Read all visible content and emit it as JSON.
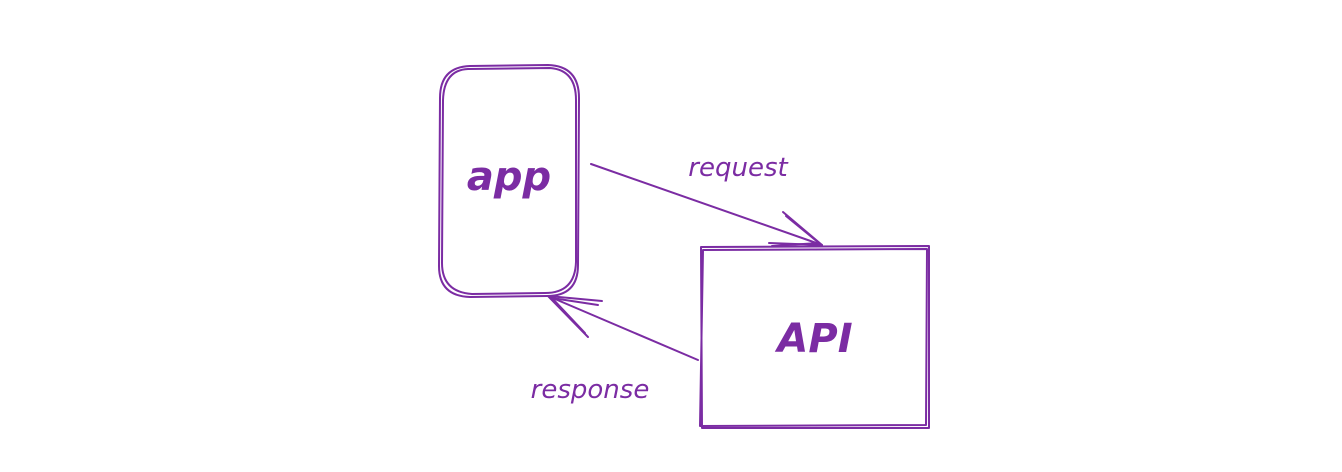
{
  "diagram": {
    "accent_color": "#7b2ca3",
    "nodes": [
      {
        "id": "app",
        "label": "app",
        "shape": "rounded-rectangle"
      },
      {
        "id": "api",
        "label": "API",
        "shape": "rectangle"
      }
    ],
    "edges": [
      {
        "from": "app",
        "to": "api",
        "label": "request"
      },
      {
        "from": "api",
        "to": "app",
        "label": "response"
      }
    ]
  }
}
